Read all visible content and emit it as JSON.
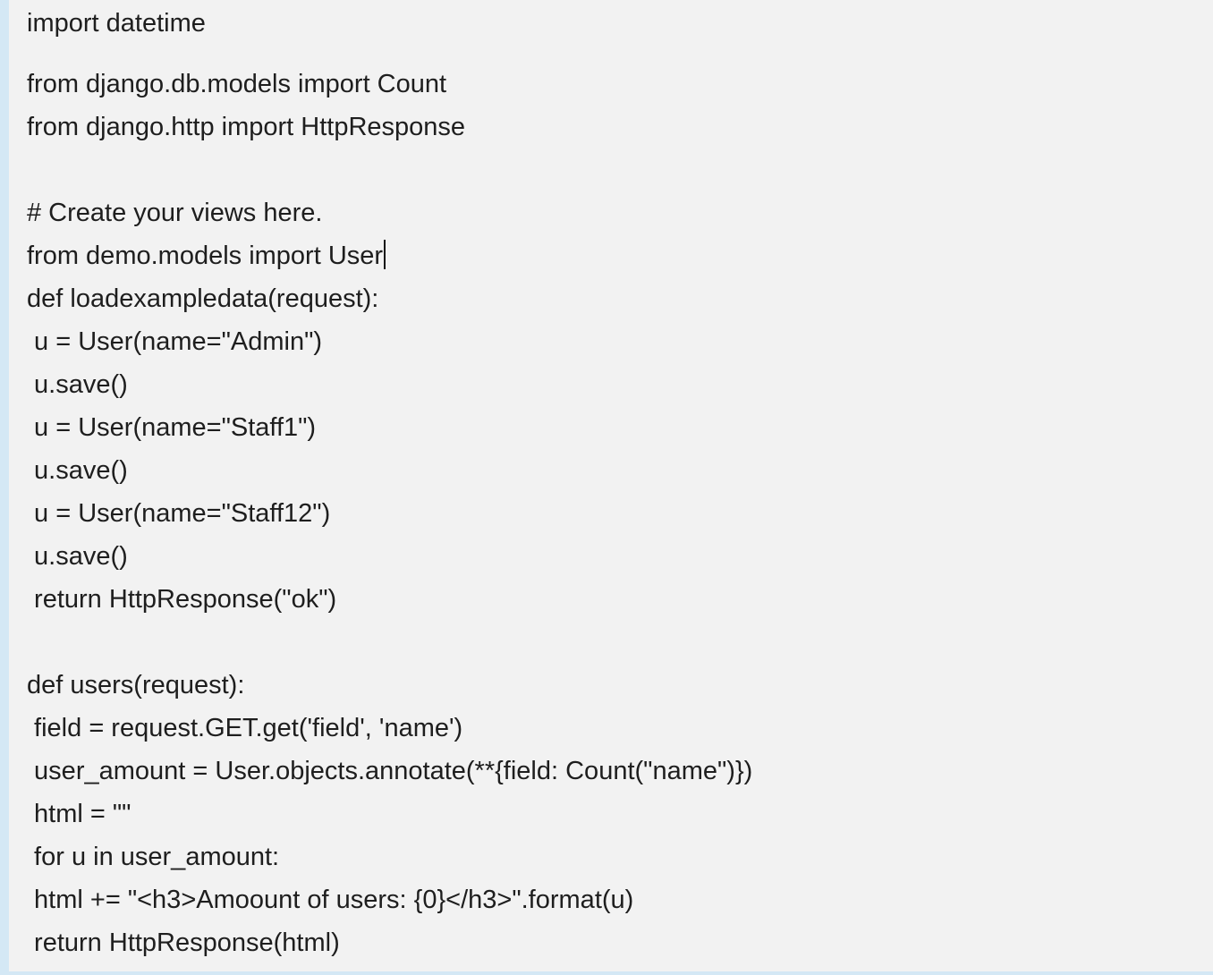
{
  "editor": {
    "lines": [
      "import datetime",
      "from django.db.models import Count",
      "from django.http import HttpResponse",
      "",
      "# Create your views here.",
      "from demo.models import User",
      "def loadexampledata(request):",
      " u = User(name=\"Admin\")",
      " u.save()",
      " u = User(name=\"Staff1\")",
      " u.save()",
      " u = User(name=\"Staff12\")",
      " u.save()",
      " return HttpResponse(\"ok\")",
      "",
      "def users(request):",
      " field = request.GET.get('field', 'name')",
      " user_amount = User.objects.annotate(**{field: Count(\"name\")})",
      " html = \"\"",
      " for u in user_amount:",
      " html += \"<h3>Amoount of users: {0}</h3>\".format(u)",
      " return HttpResponse(html)"
    ]
  }
}
